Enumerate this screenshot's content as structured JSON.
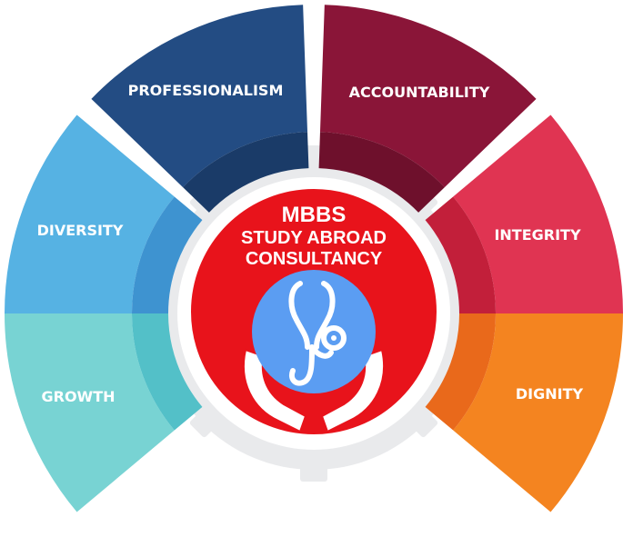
{
  "segments": [
    {
      "label": "PROFESSIONALISM",
      "color": "#234c83",
      "inner_color": "#1a3b68"
    },
    {
      "label": "ACCOUNTABILITY",
      "color": "#8a1538",
      "inner_color": "#6e102c"
    },
    {
      "label": "DIVERSITY",
      "color": "#56b2e3",
      "inner_color": "#3e93d0"
    },
    {
      "label": "INTEGRITY",
      "color": "#e03452",
      "inner_color": "#c21f3a"
    },
    {
      "label": "GROWTH",
      "color": "#78d3d3",
      "inner_color": "#53c0c8"
    },
    {
      "label": "DIGNITY",
      "color": "#f48420",
      "inner_color": "#e9691b"
    }
  ],
  "center": {
    "line1": "MBBS",
    "line2": "STUDY ABROAD",
    "line3": "CONSULTANCY",
    "color": "#e8131b",
    "inner_circle_color": "#5b9df2",
    "icon": "stethoscope-in-hands-icon"
  }
}
